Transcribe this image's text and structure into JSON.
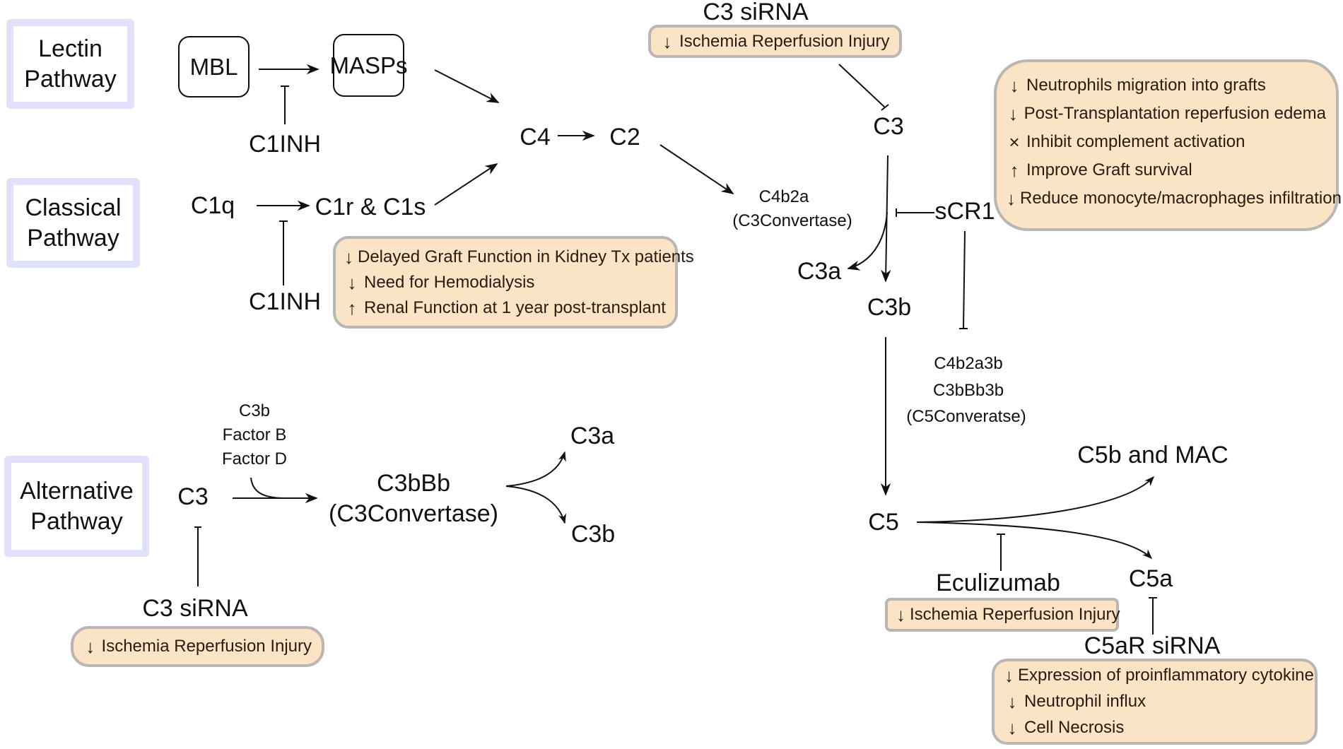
{
  "pathways": {
    "lectin": [
      "Lectin",
      "Pathway"
    ],
    "classical": [
      "Classical",
      "Pathway"
    ],
    "alternative": [
      "Alternative",
      "Pathway"
    ]
  },
  "nodes": {
    "mbl": "MBL",
    "masps": "MASPs",
    "c1inh_top": "C1INH",
    "c1q": "C1q",
    "c1r_c1s": "C1r & C1s",
    "c1inh_bottom": "C1INH",
    "c4": "C4",
    "c2": "C2",
    "c4b2a": "C4b2a",
    "c4b2a_sub": "(C3Convertase)",
    "c3_siRNA_top": "C3 siRNA",
    "c3_main": "C3",
    "scr1": "sCR1",
    "c3a_main": "C3a",
    "c3b_main": "C3b",
    "c5_convertase": [
      "C4b2a3b",
      "C3bBb3b",
      "(C5Converatse)"
    ],
    "c5": "C5",
    "c5b_mac": "C5b and MAC",
    "eculizumab": "Eculizumab",
    "c5a": "C5a",
    "c5ar_sirna": "C5aR siRNA",
    "alt_c3": "C3",
    "alt_factors": [
      "C3b",
      "Factor B",
      "Factor D"
    ],
    "c3bbb": "C3bBb",
    "c3bbb_sub": "(C3Convertase)",
    "alt_c3a": "C3a",
    "alt_c3b": "C3b",
    "c3_siRNA_bottom": "C3 siRNA"
  },
  "effects": {
    "c1inh_box": [
      {
        "icon": "down-arrow-icon",
        "symbol": "↓",
        "text": "Delayed Graft Function in Kidney Tx patients"
      },
      {
        "icon": "down-arrow-icon",
        "symbol": "↓",
        "text": "Need for Hemodialysis"
      },
      {
        "icon": "up-arrow-icon",
        "symbol": "↑",
        "text": "Renal Function at 1 year post-transplant"
      }
    ],
    "c3_sirna_top_box": [
      {
        "icon": "down-arrow-icon",
        "symbol": "↓",
        "text": "Ischemia Reperfusion Injury"
      }
    ],
    "scr1_box": [
      {
        "icon": "down-arrow-icon",
        "symbol": "↓",
        "text": "Neutrophils migration into grafts"
      },
      {
        "icon": "down-arrow-icon",
        "symbol": "↓",
        "text": "Post-Transplantation reperfusion edema"
      },
      {
        "icon": "cross-icon",
        "symbol": "×",
        "text": "Inhibit complement activation"
      },
      {
        "icon": "up-arrow-icon",
        "symbol": "↑",
        "text": "Improve Graft survival"
      },
      {
        "icon": "down-arrow-icon",
        "symbol": "↓",
        "text": "Reduce monocyte/macrophages infiltration"
      }
    ],
    "eculizumab_box": [
      {
        "icon": "down-arrow-icon",
        "symbol": "↓",
        "text": "Ischemia Reperfusion Injury"
      }
    ],
    "c5ar_box": [
      {
        "icon": "down-arrow-icon",
        "symbol": "↓",
        "text": "Expression of proinflammatory cytokine"
      },
      {
        "icon": "down-arrow-icon",
        "symbol": "↓",
        "text": "Neutrophil influx"
      },
      {
        "icon": "down-arrow-icon",
        "symbol": "↓",
        "text": "Cell Necrosis"
      }
    ],
    "c3_sirna_bottom_box": [
      {
        "icon": "down-arrow-icon",
        "symbol": "↓",
        "text": "Ischemia Reperfusion Injury"
      }
    ]
  },
  "colors": {
    "pathway_border": "#e1e1fb",
    "effect_fill": "#fbe3c6",
    "effect_border": "#b9b6b3",
    "effect_text": "#2b1a0e",
    "line": "#111111"
  }
}
